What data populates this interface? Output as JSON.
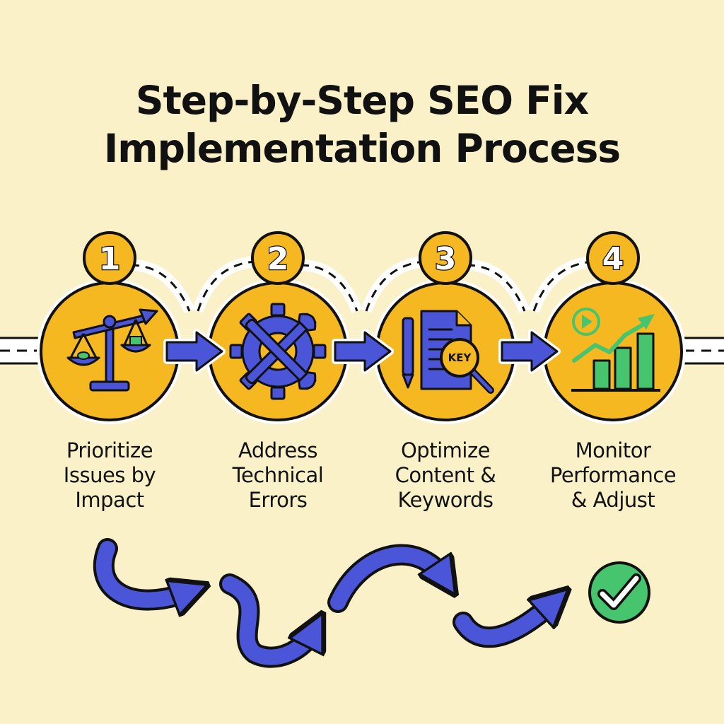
{
  "title": {
    "line1": "Step-by-Step SEO Fix",
    "line2": "Implementation Process"
  },
  "steps": [
    {
      "number": "1",
      "icon": "balance-scale-icon",
      "label_lines": [
        "Prioritize",
        "Issues by",
        "Impact"
      ]
    },
    {
      "number": "2",
      "icon": "wrench-gear-icon",
      "label_lines": [
        "Address",
        "Technical",
        "Errors"
      ]
    },
    {
      "number": "3",
      "icon": "keyword-document-icon",
      "label_lines": [
        "Optimize",
        "Content &",
        "Keywords"
      ]
    },
    {
      "number": "4",
      "icon": "growth-chart-icon",
      "label_lines": [
        "Monitor",
        "Performance",
        "& Adjust"
      ]
    }
  ],
  "keyword_tag": "KEY",
  "colors": {
    "background": "#fbf1c9",
    "circle": "#f5b820",
    "accent_blue": "#4a55d8",
    "accent_green": "#47c46e",
    "outline": "#111111"
  }
}
